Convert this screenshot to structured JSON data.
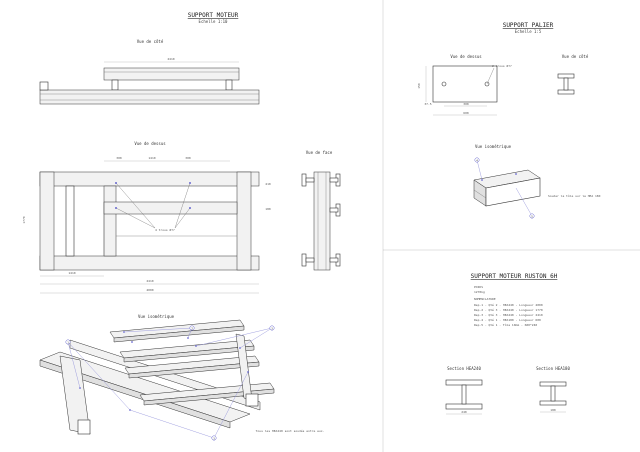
{
  "sheet_left": {
    "title": "SUPPORT MOTEUR",
    "scale": "Echelle 1:10",
    "view_side": "Vue de côté",
    "view_top": "Vue de dessus",
    "view_front": "Vue de face",
    "view_iso": "Vue isométrique",
    "note_holes": "4 trous Ø??",
    "note_welded": "Tous les HEA240 sont soudés entre eux.",
    "dim_side_top": "2410",
    "dim_top_a": "300",
    "dim_top_b": "1410",
    "dim_top_c": "300",
    "dim_top_h1": "410",
    "dim_top_h2": "180",
    "dim_top_left": "1770",
    "dim_top_bot1": "1410",
    "dim_top_bot2": "2410",
    "dim_top_bot3": "4000"
  },
  "sheet_palier": {
    "title": "SUPPORT PALIER",
    "scale": "Echelle 1:5",
    "view_top": "Vue de dessus",
    "view_side": "Vue de côté",
    "view_iso": "Vue isométrique",
    "note_holes": "2 trous Ø??",
    "note_weld": "Souder la tôle sur le HEA 180",
    "dim_h": "150",
    "dim_l": "37.5",
    "dim_mid": "300",
    "dim_w": "600"
  },
  "sheet_ruston": {
    "title": "SUPPORT MOTEUR RUSTON 6H",
    "weight_label": "POIDS",
    "weight_value": "1270kg",
    "nomen_label": "NOMENCLATURE",
    "nomenclature": [
      "Rep.1 - Qté 2 - HEA240 - Longueur 4000",
      "Rep.2 - Qté 3 - HEA240 - Longueur 1770",
      "Rep.3 - Qté 3 - HEA240 - Longueur 2410",
      "Rep.4 - Qté 1 - HEA180 - Longueur 600",
      "Rep.5 - Qté 1 - Tôle 10mm - 600*240"
    ],
    "section_a_label": "Section HEA240",
    "section_b_label": "Section HEA180",
    "section_a_dim": "240",
    "section_b_dim": "180"
  },
  "iso_markers": [
    "1",
    "2",
    "3"
  ],
  "palier_markers": [
    "4",
    "5"
  ]
}
